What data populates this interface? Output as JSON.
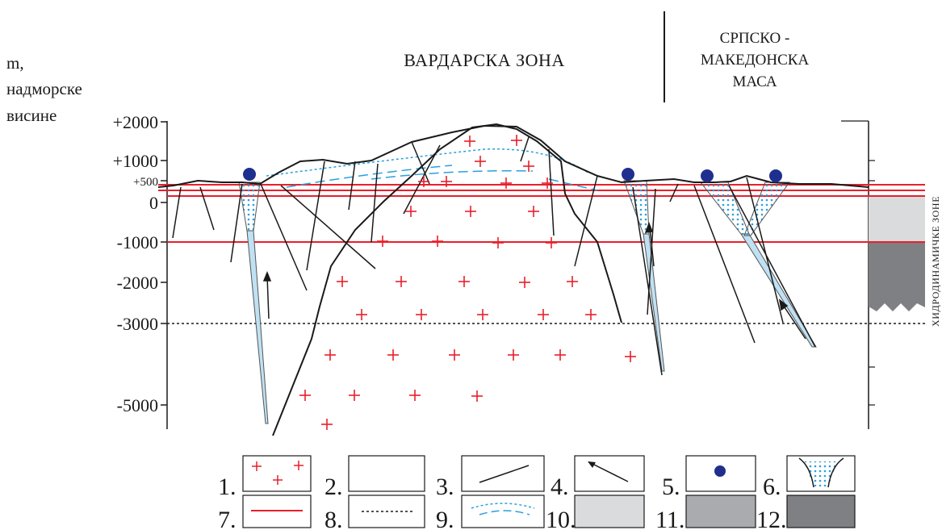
{
  "header": {
    "zone_left": "ВАРДАРСКА ЗОНА",
    "zone_right_lines": [
      "СРПСКО -",
      "МАКЕДОНСКА",
      "МАСА"
    ]
  },
  "y_axis": {
    "unit_lines": [
      "m,",
      "надморске",
      "висине"
    ],
    "ticks": [
      "+2000",
      "+1000",
      "+500",
      "0",
      "-1000",
      "-2000",
      "-3000",
      "-5000"
    ]
  },
  "side_label": "ХИДРОДИНАМИЧКЕ ЗОНЕ",
  "legend": {
    "items": [
      {
        "num": "1.",
        "symbol": "granite-crosses"
      },
      {
        "num": "2.",
        "symbol": "empty"
      },
      {
        "num": "3.",
        "symbol": "fault-line"
      },
      {
        "num": "4.",
        "symbol": "flow-arrow"
      },
      {
        "num": "5.",
        "symbol": "spring-dot"
      },
      {
        "num": "6.",
        "symbol": "dotted-channel"
      },
      {
        "num": "7.",
        "symbol": "red-line"
      },
      {
        "num": "8.",
        "symbol": "dotted-line"
      },
      {
        "num": "9.",
        "symbol": "blue-dashed-curve"
      },
      {
        "num": "10.",
        "symbol": "light-gray-fill"
      },
      {
        "num": "11.",
        "symbol": "mid-gray-fill"
      },
      {
        "num": "12.",
        "symbol": "dark-gray-fill"
      }
    ]
  },
  "colors": {
    "red": "#e8202a",
    "blue": "#2aa0dc",
    "spring": "#1f2f8f",
    "zone_light": "#d9dbdd",
    "zone_mid": "#a9abae",
    "zone_dark": "#7e8083",
    "ink": "#1a1a1a"
  }
}
